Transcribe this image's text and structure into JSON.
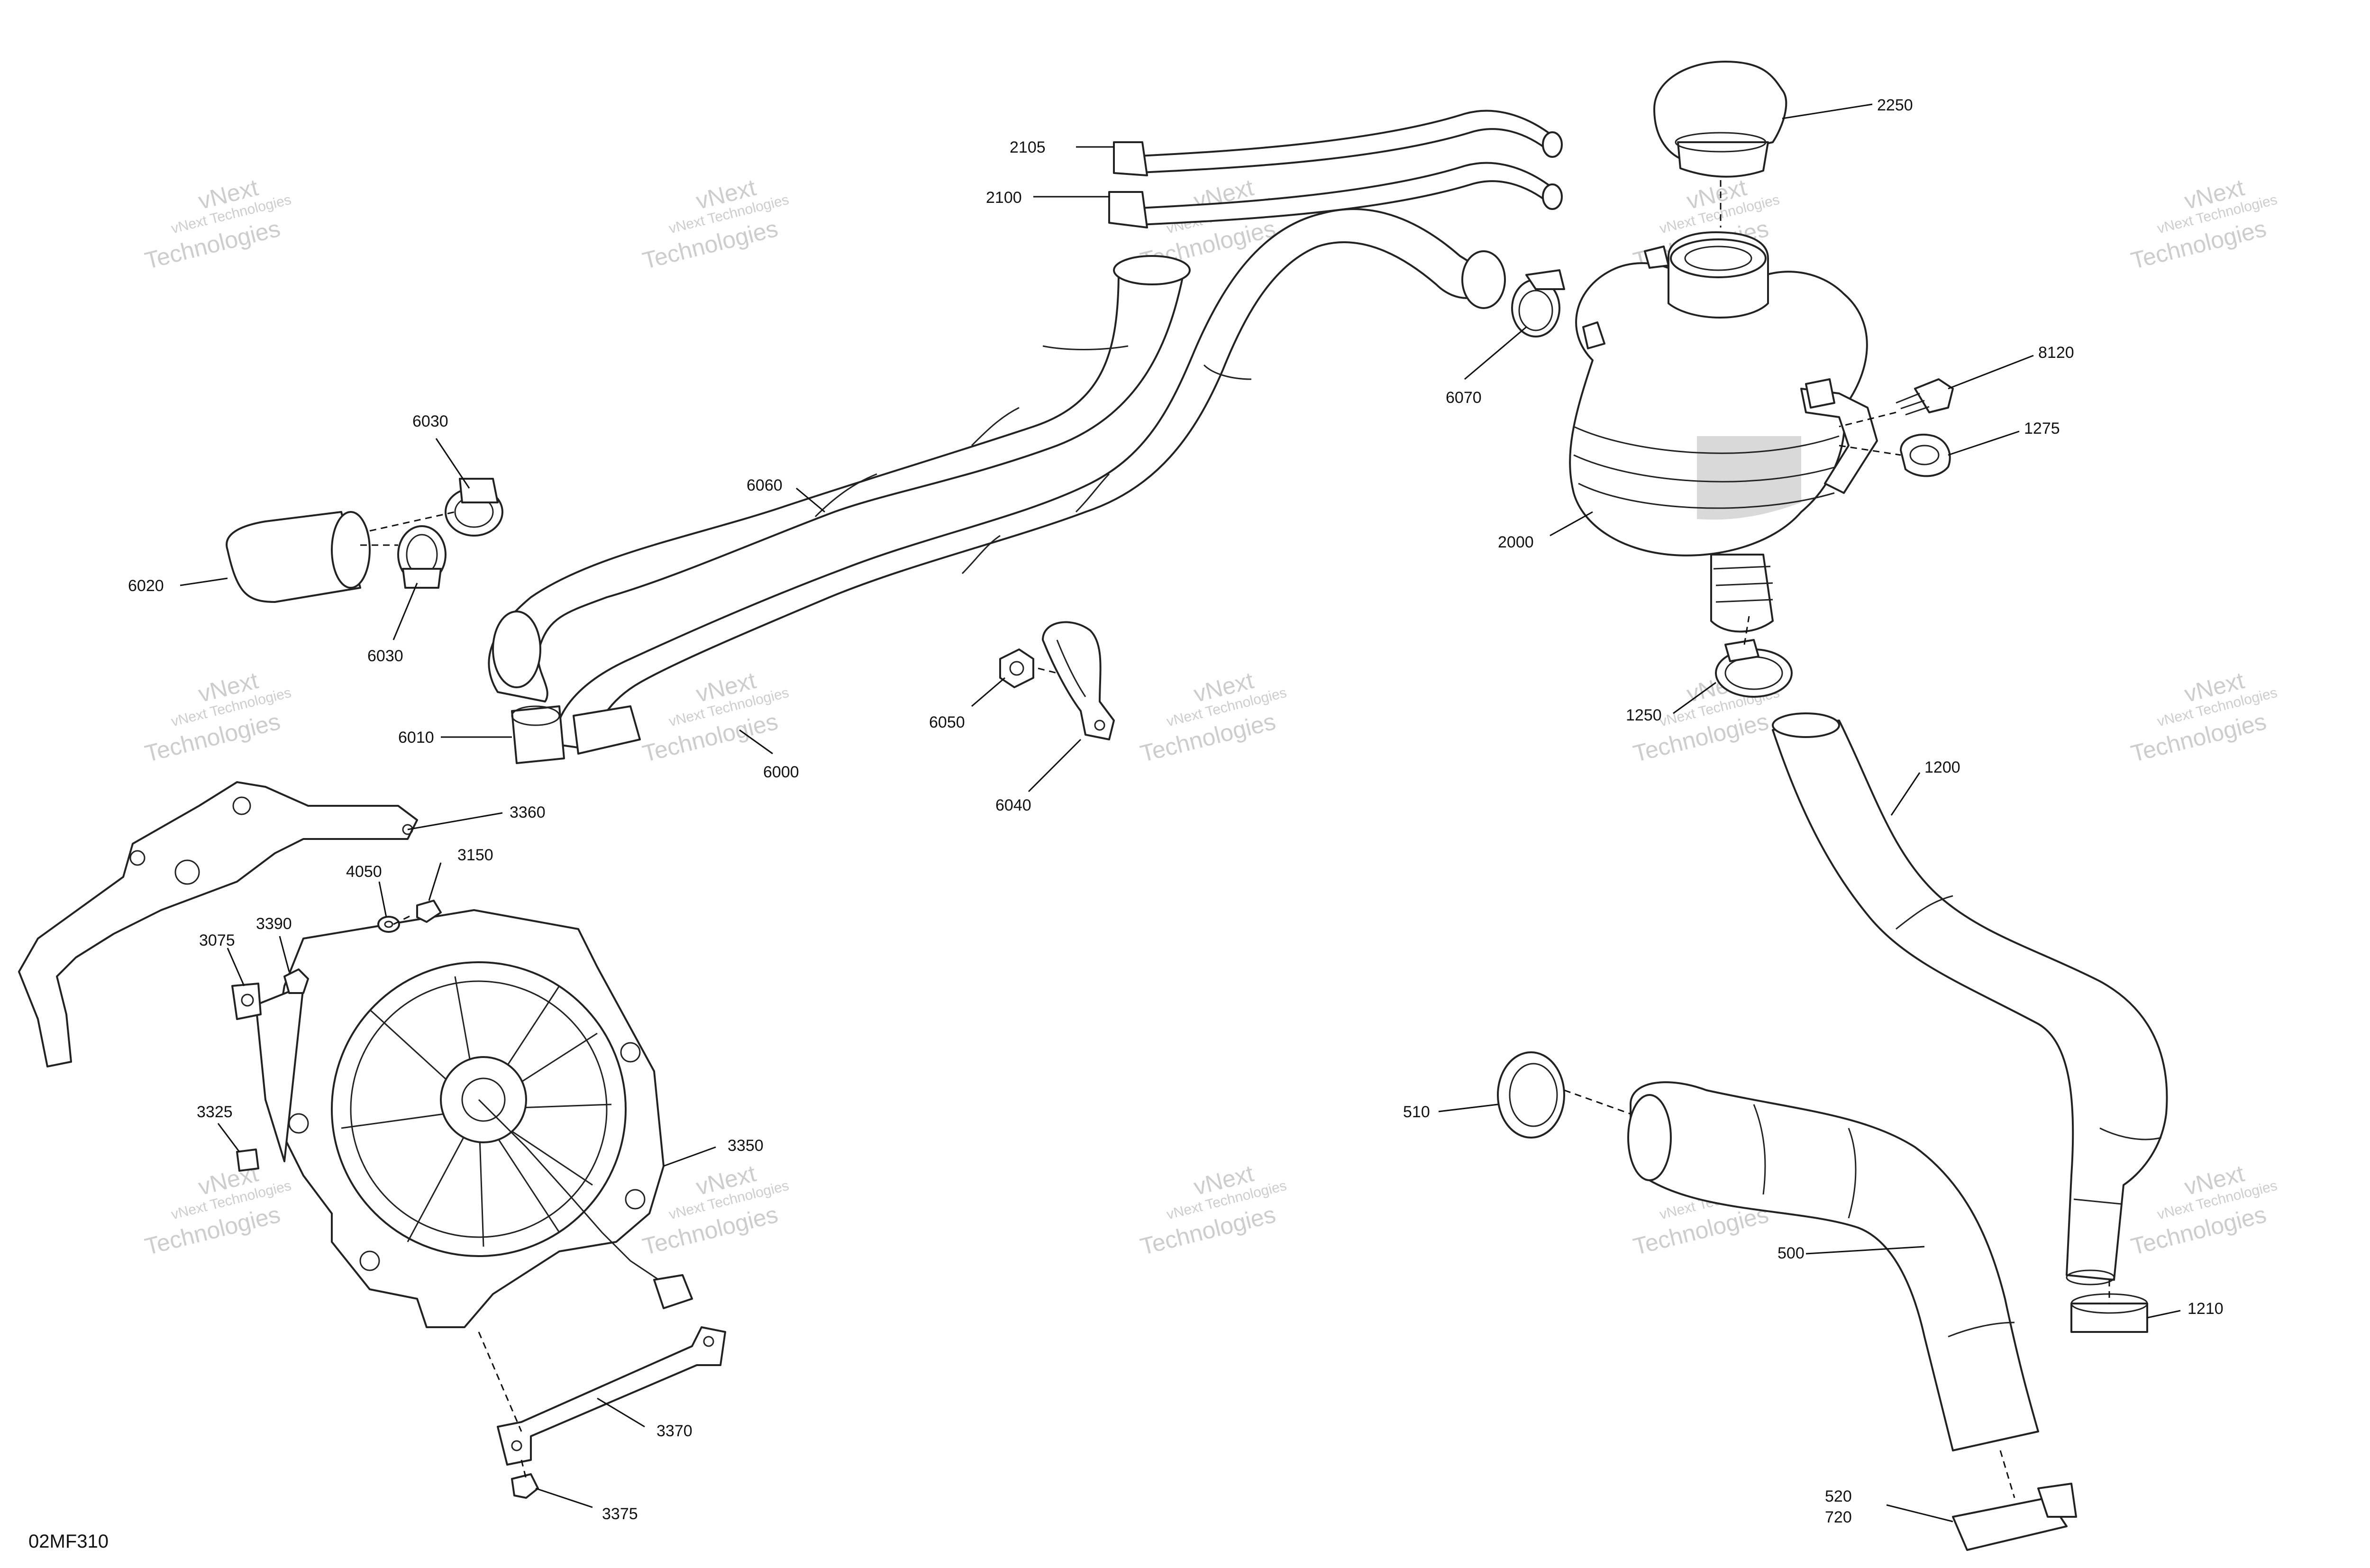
{
  "diagram_code": "02MF310",
  "watermark": {
    "line1": "vNext Technologies",
    "line2": "vNext",
    "line3": "Technologies"
  },
  "callouts": {
    "c2105": "2105",
    "c2100": "2100",
    "c2250": "2250",
    "c8120": "8120",
    "c1275": "1275",
    "c2000": "2000",
    "c6070": "6070",
    "c6030a": "6030",
    "c6030b": "6030",
    "c6020": "6020",
    "c6060": "6060",
    "c6010": "6010",
    "c6000": "6000",
    "c6050": "6050",
    "c6040": "6040",
    "c1250": "1250",
    "c1200": "1200",
    "c3360": "3360",
    "c4050": "4050",
    "c3150": "3150",
    "c3390": "3390",
    "c3075": "3075",
    "c3325": "3325",
    "c3350": "3350",
    "c510": "510",
    "c500": "500",
    "c1210": "1210",
    "c3370": "3370",
    "c3375": "3375",
    "c520": "520",
    "c720": "720"
  },
  "colors": {
    "line": "#222222",
    "shade": "#d9d9d9",
    "watermark": "#bdbdbd"
  }
}
